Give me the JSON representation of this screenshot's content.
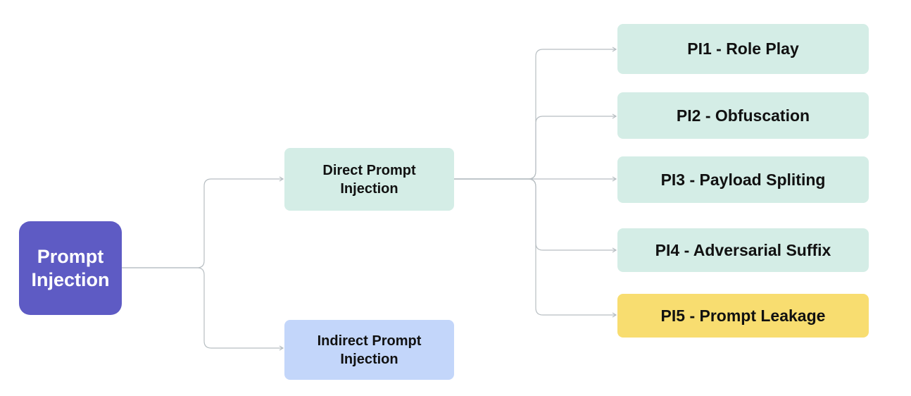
{
  "root": {
    "label_line1": "Prompt",
    "label_line2": "Injection"
  },
  "branches": {
    "direct": {
      "line1": "Direct Prompt",
      "line2": "Injection"
    },
    "indirect": {
      "line1": "Indirect Prompt",
      "line2": "Injection"
    }
  },
  "techniques": [
    {
      "label": "PI1 - Role Play"
    },
    {
      "label": "PI2 - Obfuscation"
    },
    {
      "label": "PI3 - Payload Spliting"
    },
    {
      "label": "PI4 - Adversarial Suffix"
    },
    {
      "label": "PI5 - Prompt Leakage"
    }
  ],
  "colors": {
    "root_fill": "#5e5bc4",
    "direct_fill": "#d4ede6",
    "indirect_fill": "#c3d6fa",
    "technique_fill": "#d4ede6",
    "highlight_fill": "#f8dd70",
    "connector": "#b7bec2"
  }
}
